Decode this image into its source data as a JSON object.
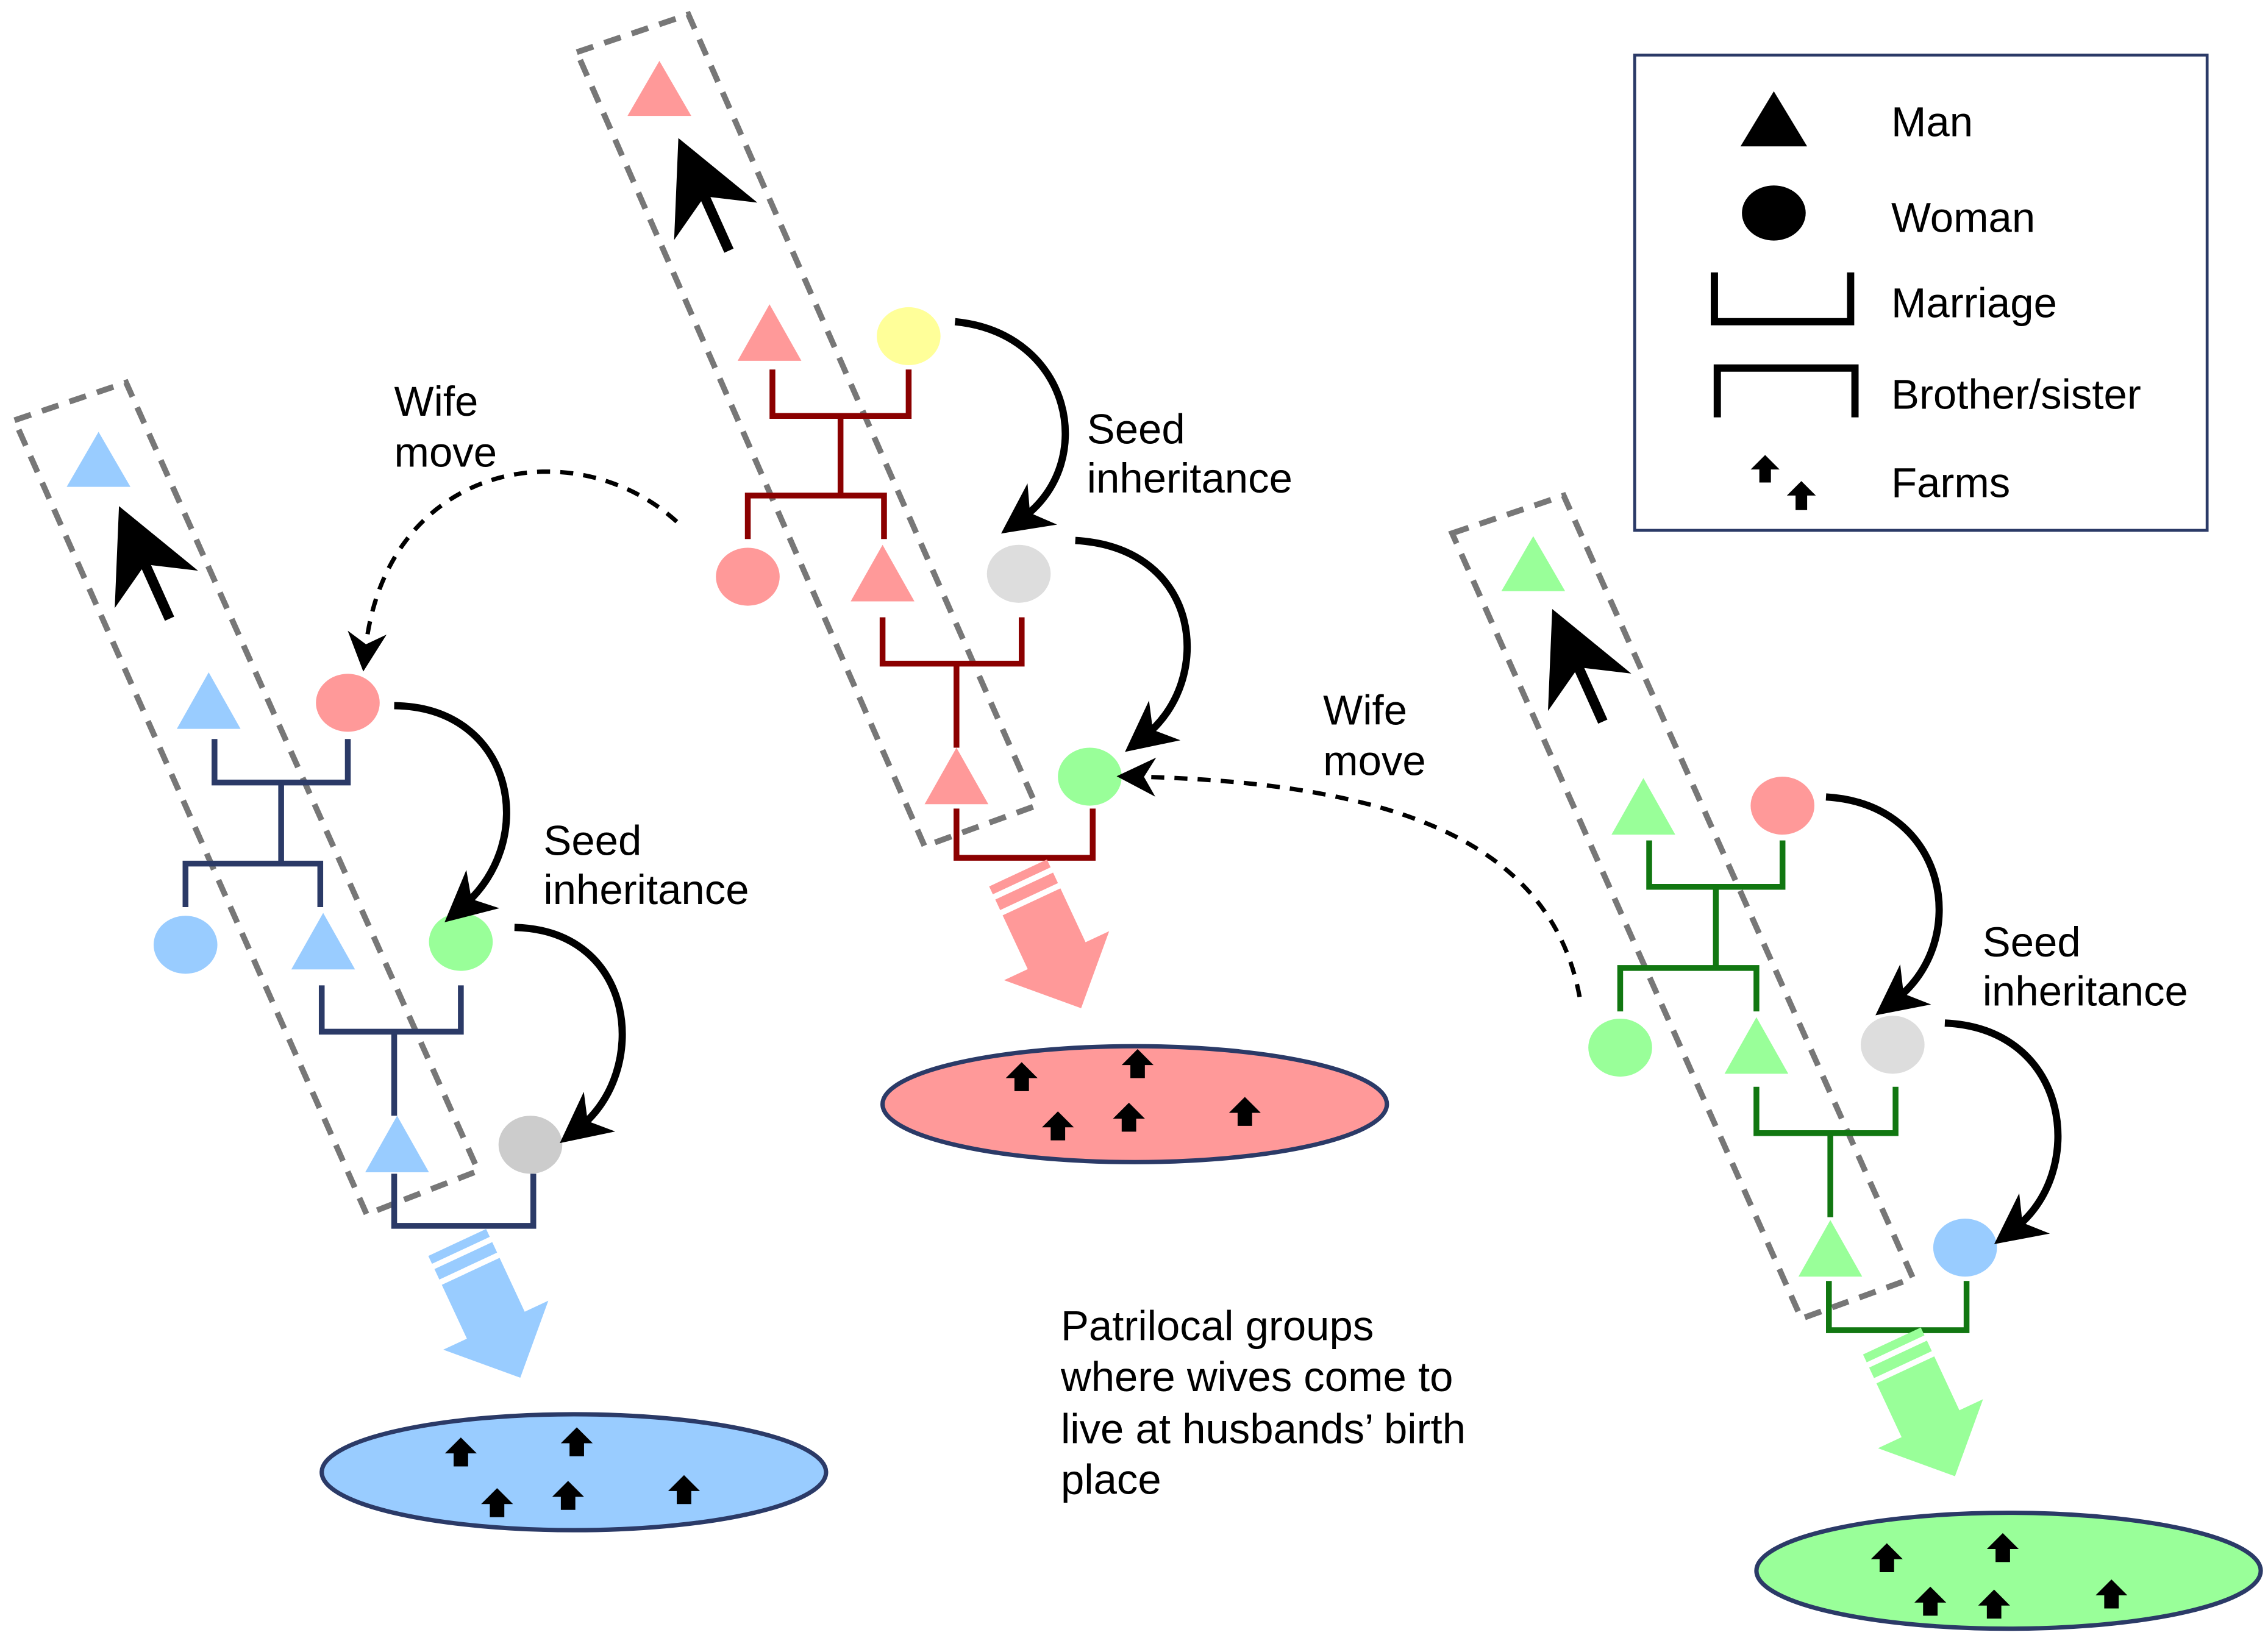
{
  "legend": {
    "man": "Man",
    "woman": "Woman",
    "marriage": "Marriage",
    "sibling": "Brother/sister",
    "farms": "Farms"
  },
  "labels": {
    "seed_inheritance_line1": "Seed",
    "seed_inheritance_line2": "inheritance",
    "wife_move_line1": "Wife",
    "wife_move_line2": "move"
  },
  "caption": {
    "line1": "Patrilocal groups",
    "line2": "where wives come to",
    "line3": "live at husbands’ birth",
    "line4": "place"
  },
  "colors": {
    "blue_line": "#2b3a67",
    "red_line": "#8b0000",
    "green_line": "#117711",
    "blue_fill": "#99ccff",
    "red_fill": "#ff9999",
    "green_fill": "#99ff99",
    "yellow_fill": "#ffff99",
    "grey_fill": "#dddddd"
  }
}
